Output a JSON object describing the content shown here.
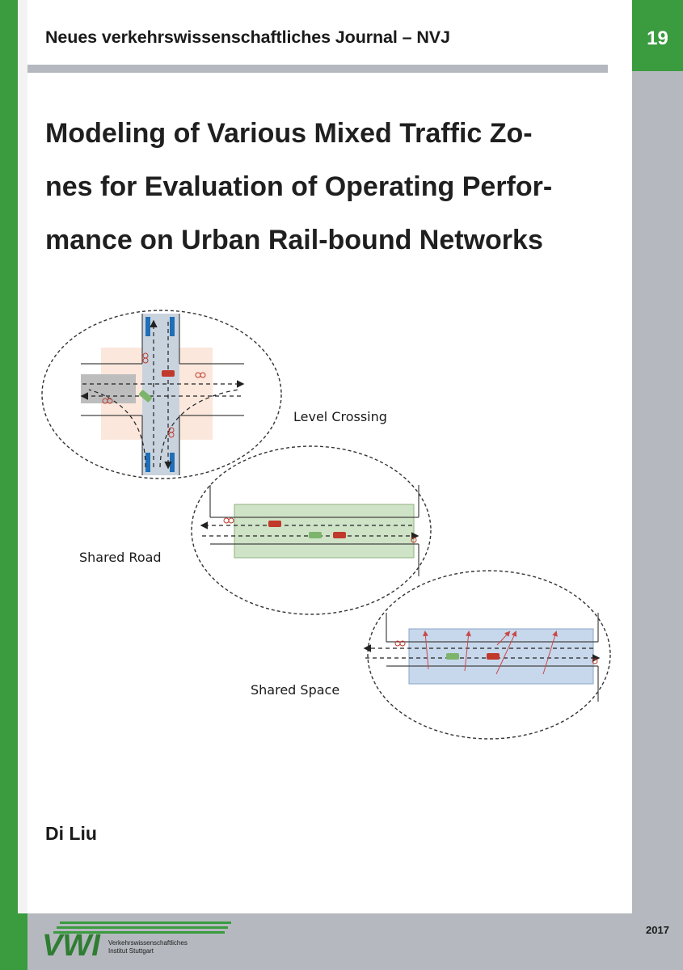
{
  "header": {
    "journal_title": "Neues verkehrswissenschaftliches Journal – NVJ",
    "issue_number": "19"
  },
  "book": {
    "title_lines": [
      "Modeling of Various Mixed Traffic Zo-",
      "nes for Evaluation of Operating Perfor-",
      "mance on Urban Rail-bound Networks"
    ],
    "author": "Di Liu",
    "year": "2017"
  },
  "figure": {
    "labels": {
      "level_crossing": "Level Crossing",
      "shared_road": "Shared Road",
      "shared_space": "Shared Space"
    }
  },
  "publisher": {
    "logo_text": "VWI",
    "name_line1": "Verkehrswissenschaftliches",
    "name_line2": "Institut Stuttgart"
  },
  "colors": {
    "accent_green": "#3a9b3f",
    "band_gray": "#b5b9bf"
  }
}
